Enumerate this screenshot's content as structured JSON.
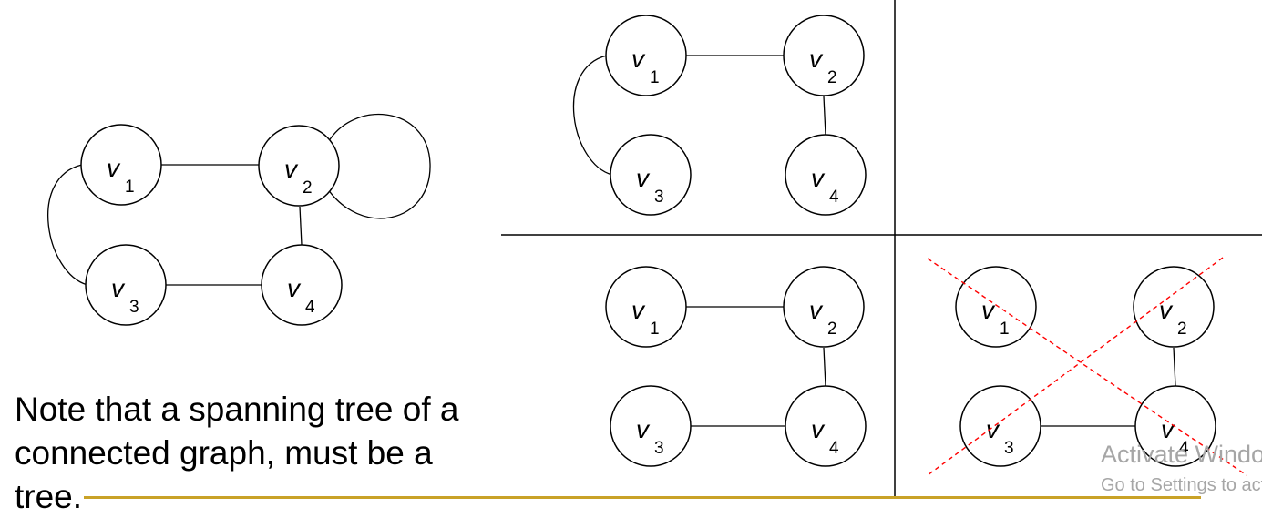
{
  "vertices": [
    {
      "letter": "v",
      "index": "1"
    },
    {
      "letter": "v",
      "index": "2"
    },
    {
      "letter": "v",
      "index": "3"
    },
    {
      "letter": "v",
      "index": "4"
    }
  ],
  "note": "Note that a spanning tree of a connected graph, must be a tree.",
  "watermark": {
    "title": "Activate Windows",
    "subtitle": "Go to Settings to activate Windows."
  },
  "colors": {
    "rule": "#c9a227",
    "cross": "#ff0000",
    "watermark": "#a6a6a6"
  }
}
